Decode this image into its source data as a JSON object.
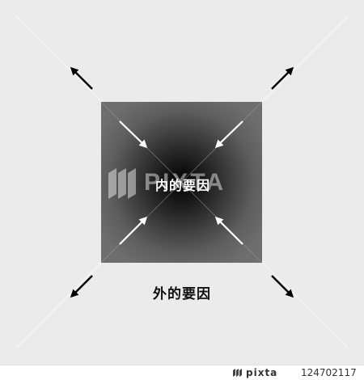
{
  "diagram": {
    "inner_label": "内的要因",
    "outer_label": "外的要因"
  },
  "watermark": {
    "text": "PIXTA"
  },
  "footer": {
    "brand": "pixta",
    "image_id": "124702117"
  },
  "colors": {
    "background": "#ebebeb",
    "square_edge": "#6e6e6e",
    "square_center": "#000000",
    "arrow_outer": "#000000",
    "arrow_inner": "#ffffff"
  }
}
